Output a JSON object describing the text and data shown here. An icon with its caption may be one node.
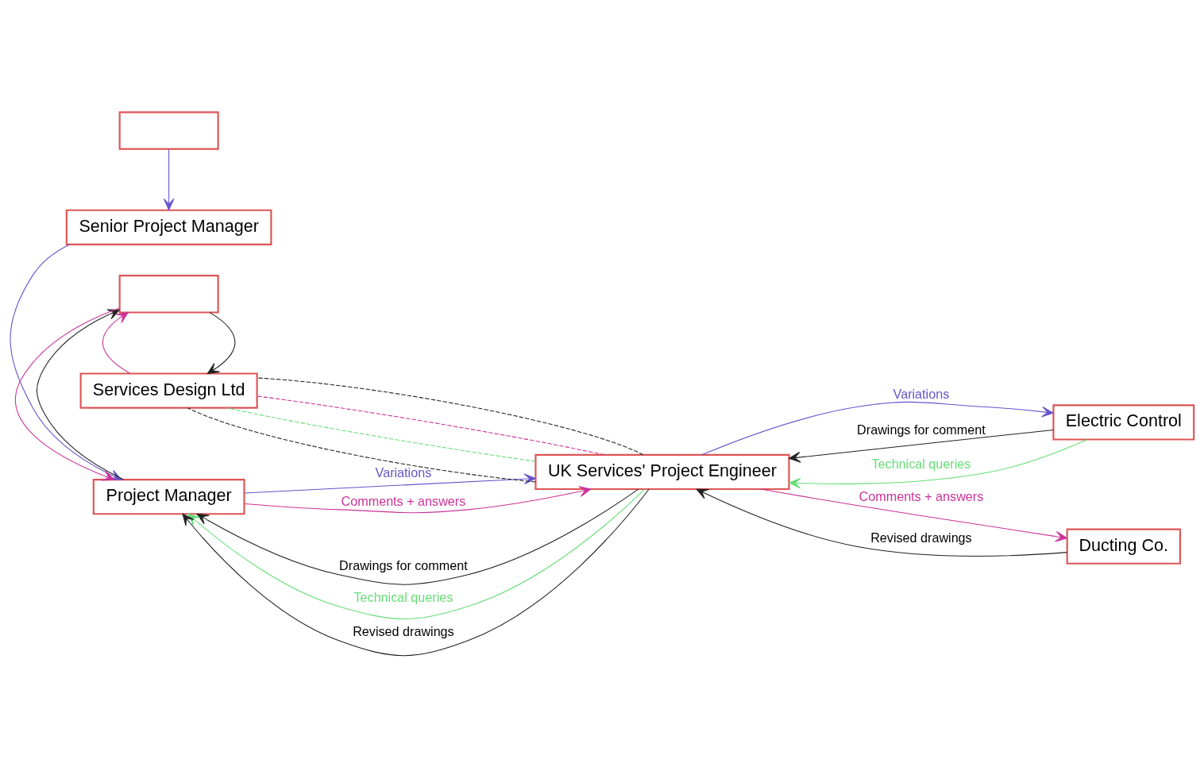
{
  "diagram": {
    "nodes": [
      {
        "text": [],
        "shape": "box"
      },
      {
        "text": [
          "Senior Project Manager"
        ]
      },
      {
        "text": [
          "Project Manager"
        ]
      },
      {
        "text": [
          "UK Services' Project Engineer"
        ]
      },
      {
        "text": [
          "Electric Control"
        ]
      },
      {
        "text": [
          "Ducting Co."
        ]
      },
      {
        "text": [],
        "shape": "box"
      },
      {
        "text": [
          "Services Design Ltd"
        ]
      }
    ],
    "edges": [
      {
        "from": 0,
        "to": 1,
        "arrow": "to",
        "color": "#6655cc"
      },
      {
        "from": 1,
        "to": 2,
        "arrow": "to",
        "color": "#6655cc"
      },
      {
        "from": 2,
        "to": 3,
        "arrow": "to",
        "label": "Variations",
        "color": "#6655cc"
      },
      {
        "from": 3,
        "to": 2,
        "arrow": "to",
        "label": "Drawings for comment"
      },
      {
        "from": 3,
        "to": 2,
        "arrow": "to",
        "label": "Technical queries",
        "color": "#66dd77"
      },
      {
        "from": 2,
        "to": 3,
        "arrow": "to",
        "label": "Comments + answers",
        "color": "#cc3399"
      },
      {
        "from": 3,
        "to": 2,
        "arrow": "to",
        "label": "Revised drawings"
      },
      {
        "from": 3,
        "to": 4,
        "arrow": "to",
        "label": "Variations",
        "color": "#6655cc"
      },
      {
        "from": 4,
        "to": 3,
        "arrow": "to",
        "label": "Drawings for comment"
      },
      {
        "from": 4,
        "to": 3,
        "arrow": "to",
        "label": "Technical queries",
        "color": "#66dd77"
      },
      {
        "from": 3,
        "to": 5,
        "arrow": "to",
        "label": "Comments + answers",
        "color": "#cc3399"
      },
      {
        "from": 5,
        "to": 3,
        "arrow": "to",
        "label": "Revised drawings"
      },
      {
        "from": 2,
        "to": 6,
        "arrow": "to"
      },
      {
        "from": 6,
        "to": 2,
        "arrow": "to",
        "color": "#cc3399"
      },
      {
        "from": 6,
        "to": 7,
        "arrow": "to"
      },
      {
        "from": 7,
        "to": 6,
        "arrow": "to",
        "color": "#cc3399"
      },
      {
        "from": 3,
        "to": 7,
        "arrow": "none",
        "style": "dashed"
      },
      {
        "from": 3,
        "to": 7,
        "arrow": "none",
        "style": "dashed",
        "color": "#66dd77"
      },
      {
        "from": 3,
        "to": 7,
        "arrow": "none",
        "style": "dashed",
        "color": "#cc3399"
      },
      {
        "from": 3,
        "to": 7,
        "arrow": "none",
        "style": "dashed"
      }
    ]
  }
}
